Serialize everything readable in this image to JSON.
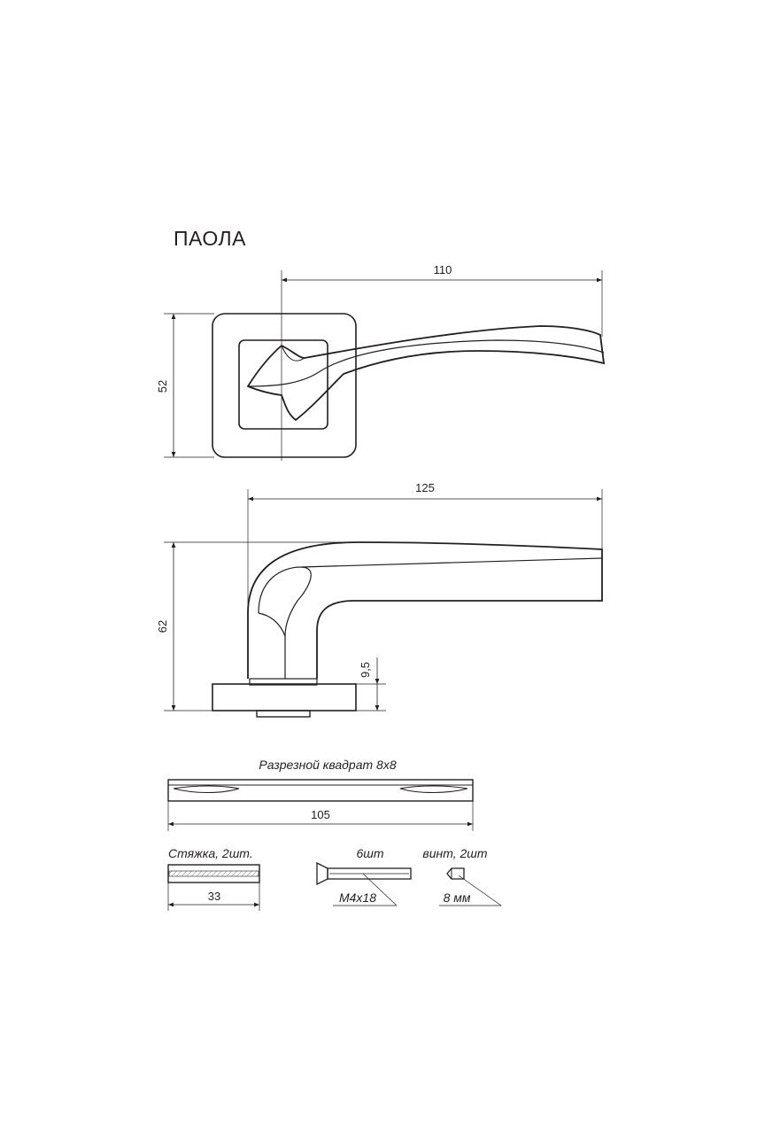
{
  "title": "ПАОЛА",
  "colors": {
    "line": "#231f20",
    "background": "#ffffff"
  },
  "top_view": {
    "width_dim": "110",
    "height_dim": "52"
  },
  "side_view": {
    "width_dim": "125",
    "height_dim": "62",
    "rose_dim": "9,5"
  },
  "spindle": {
    "label": "Разрезной квадрат 8х8",
    "length_dim": "105"
  },
  "coupling": {
    "label": "Стяжка, 2шт.",
    "length_dim": "33"
  },
  "screw": {
    "qty_label": "6шт",
    "size_label": "М4х18"
  },
  "set_screw": {
    "label": "винт, 2шт",
    "size_label": "8 мм"
  }
}
